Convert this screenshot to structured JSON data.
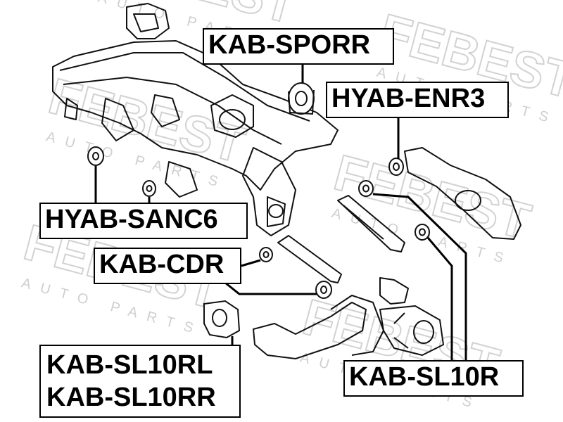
{
  "watermark": {
    "brand": "FEBEST",
    "tagline": "AUTO PARTS"
  },
  "labels": {
    "kab_sporr": "KAB-SPORR",
    "hyab_enr3": "HYAB-ENR3",
    "hyab_sanc6": "HYAB-SANC6",
    "kab_cdr": "KAB-CDR",
    "kab_sl10rl": "KAB-SL10RL",
    "kab_sl10rr": "KAB-SL10RR",
    "kab_sl10r": "KAB-SL10R"
  },
  "colors": {
    "line": "#000000",
    "watermark": "#c8c8c8",
    "background": "#ffffff"
  }
}
